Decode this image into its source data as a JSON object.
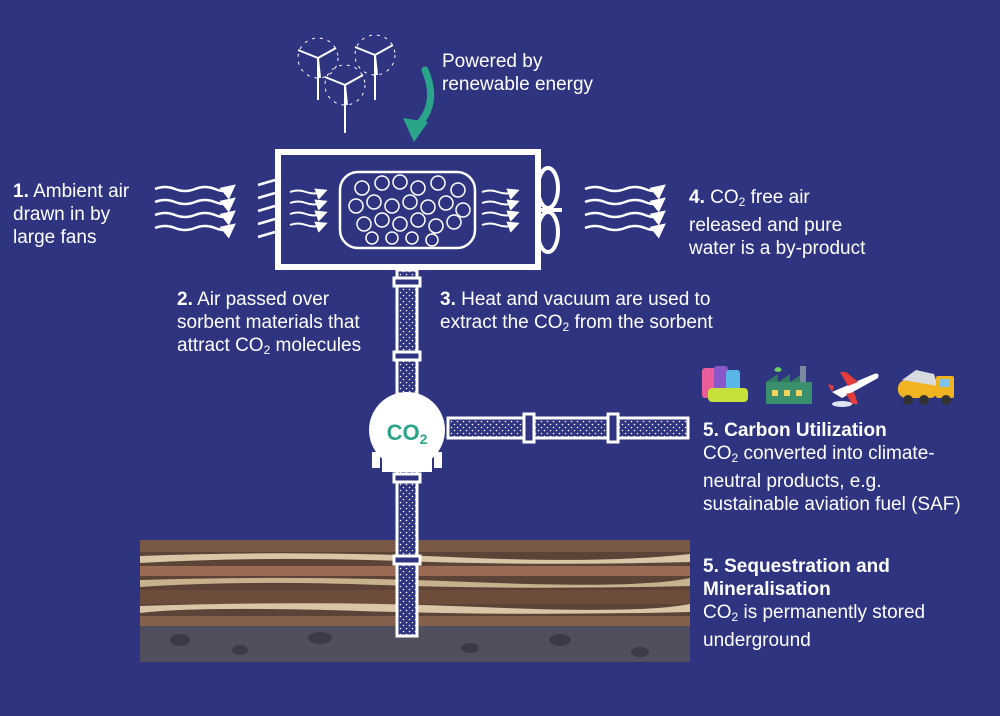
{
  "colors": {
    "background": "#2e3480",
    "accent": "#2aa58a",
    "white": "#ffffff"
  },
  "power": {
    "line1": "Powered by",
    "line2": "renewable energy"
  },
  "step1": {
    "number": "1.",
    "line1": " Ambient air",
    "line2": "drawn in by",
    "line3": "large fans"
  },
  "step2": {
    "number": "2.",
    "line1": " Air passed over",
    "line2": "sorbent materials that",
    "line3_pre": "attract CO",
    "line3_sub": "2",
    "line3_post": " molecules"
  },
  "step3": {
    "number": "3.",
    "line1": " Heat and vacuum are used to",
    "line2_pre": "extract the CO",
    "line2_sub": "2",
    "line2_post": " from the sorbent"
  },
  "step4": {
    "number": "4.",
    "line1_pre": " CO",
    "line1_sub": "2",
    "line1_post": " free air",
    "line2": "released and pure",
    "line3": "water is a by-product"
  },
  "step5a": {
    "title": "5. Carbon Utilization",
    "line1_pre": "CO",
    "line1_sub": "2",
    "line1_post": " converted into climate-",
    "line2": "neutral products, e.g.",
    "line3": "sustainable aviation fuel (SAF)",
    "icons": [
      "cans-icon",
      "factory-icon",
      "airplane-icon",
      "cement-truck-icon"
    ]
  },
  "step5b": {
    "title1": "5. Sequestration and",
    "title2": "Mineralisation",
    "line1_pre": "CO",
    "line1_sub": "2",
    "line1_post": " is permanently stored",
    "line2": "underground"
  },
  "tank": {
    "label_pre": "CO",
    "label_sub": "2"
  }
}
